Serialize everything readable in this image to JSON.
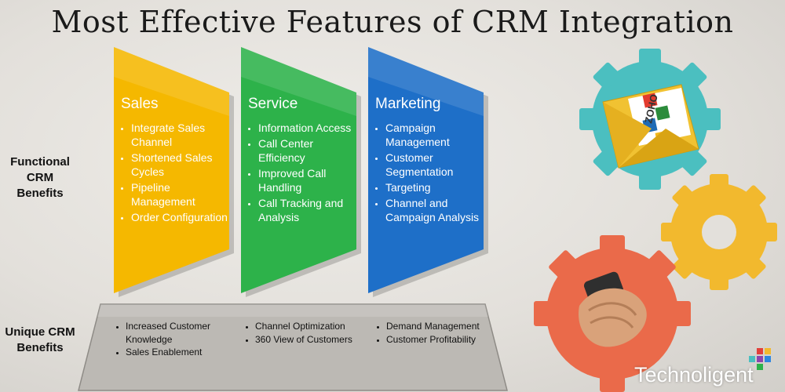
{
  "title": "Most Effective Features of CRM Integration",
  "row_labels": {
    "functional": "Functional CRM Benefits",
    "unique": "Unique CRM Benefits"
  },
  "panels": [
    {
      "title": "Sales",
      "color": "#f5b800",
      "items": [
        "Integrate Sales Channel",
        "Shortened Sales Cycles",
        "Pipeline Management",
        "Order Configuration"
      ]
    },
    {
      "title": "Service",
      "color": "#2db24a",
      "items": [
        "Information Access",
        "Call Center Efficiency",
        "Improved Call Handling",
        "Call Tracking and Analysis"
      ]
    },
    {
      "title": "Marketing",
      "color": "#1e6fc8",
      "items": [
        "Campaign Management",
        "Customer Segmentation",
        "Targeting",
        "Channel and Campaign Analysis"
      ]
    }
  ],
  "unique_benefits": [
    [
      "Increased Customer Knowledge",
      "Sales Enablement"
    ],
    [
      "Channel Optimization",
      "360 View of Customers"
    ],
    [
      "Demand Management",
      "Customer Profitability"
    ]
  ],
  "graphics": {
    "gear_colors": [
      "#4bbfc0",
      "#f2b92e",
      "#ea6a4a"
    ],
    "envelope_badge": "ZOHO"
  },
  "brand": "Technoligent"
}
